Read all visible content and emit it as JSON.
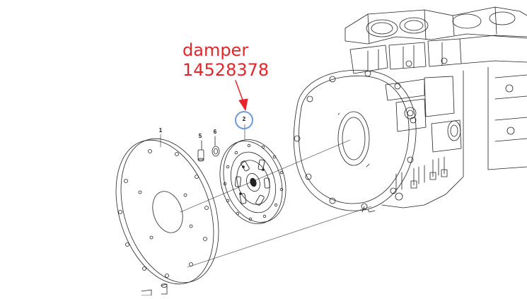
{
  "annotation": {
    "name": "damper",
    "part_number": "14528378",
    "color": "#e3262b",
    "highlight_color": "#6f9ad6"
  },
  "callouts": {
    "flywheel": "1",
    "damper": "2",
    "bolt": "5",
    "washer": "6"
  }
}
